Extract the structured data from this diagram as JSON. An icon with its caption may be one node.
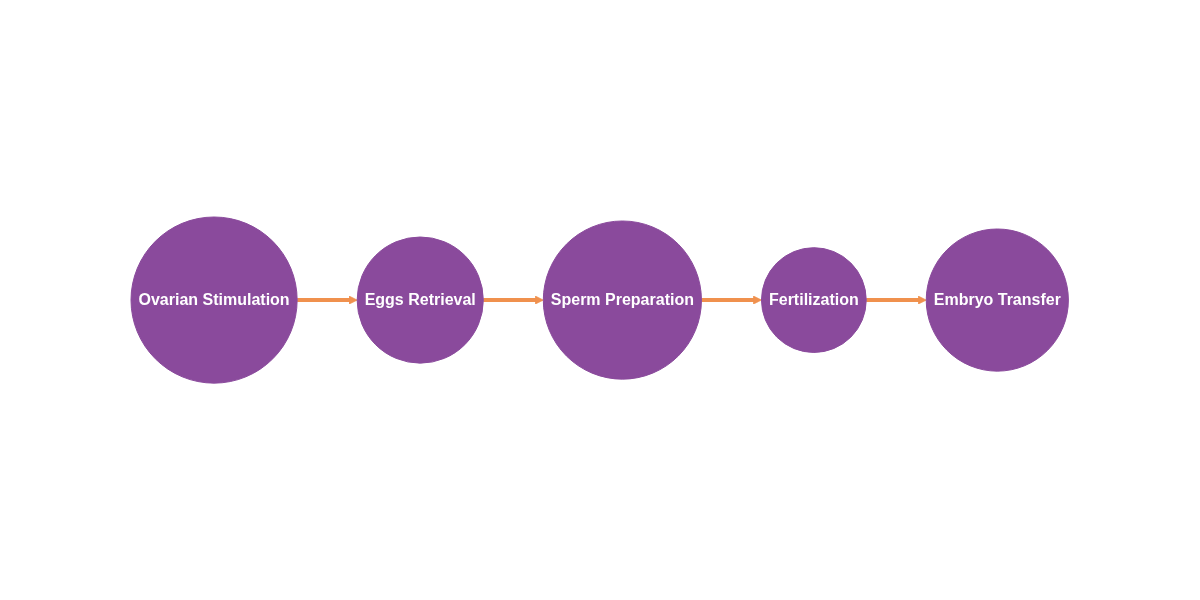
{
  "diagram": {
    "nodes": [
      {
        "text": [
          "Ovarian Stimulation"
        ]
      },
      {
        "text": [
          "Eggs Retrieval"
        ]
      },
      {
        "text": [
          "Sperm Preparation"
        ]
      },
      {
        "text": [
          "Fertilization"
        ]
      },
      {
        "text": [
          "Embryo Transfer"
        ]
      }
    ],
    "edges": [
      {
        "from": 0,
        "to": 1,
        "arrow": "to"
      },
      {
        "from": 1,
        "to": 2,
        "arrow": "to"
      },
      {
        "from": 2,
        "to": 3,
        "arrow": "to"
      },
      {
        "from": 3,
        "to": 4,
        "arrow": "to"
      }
    ]
  }
}
